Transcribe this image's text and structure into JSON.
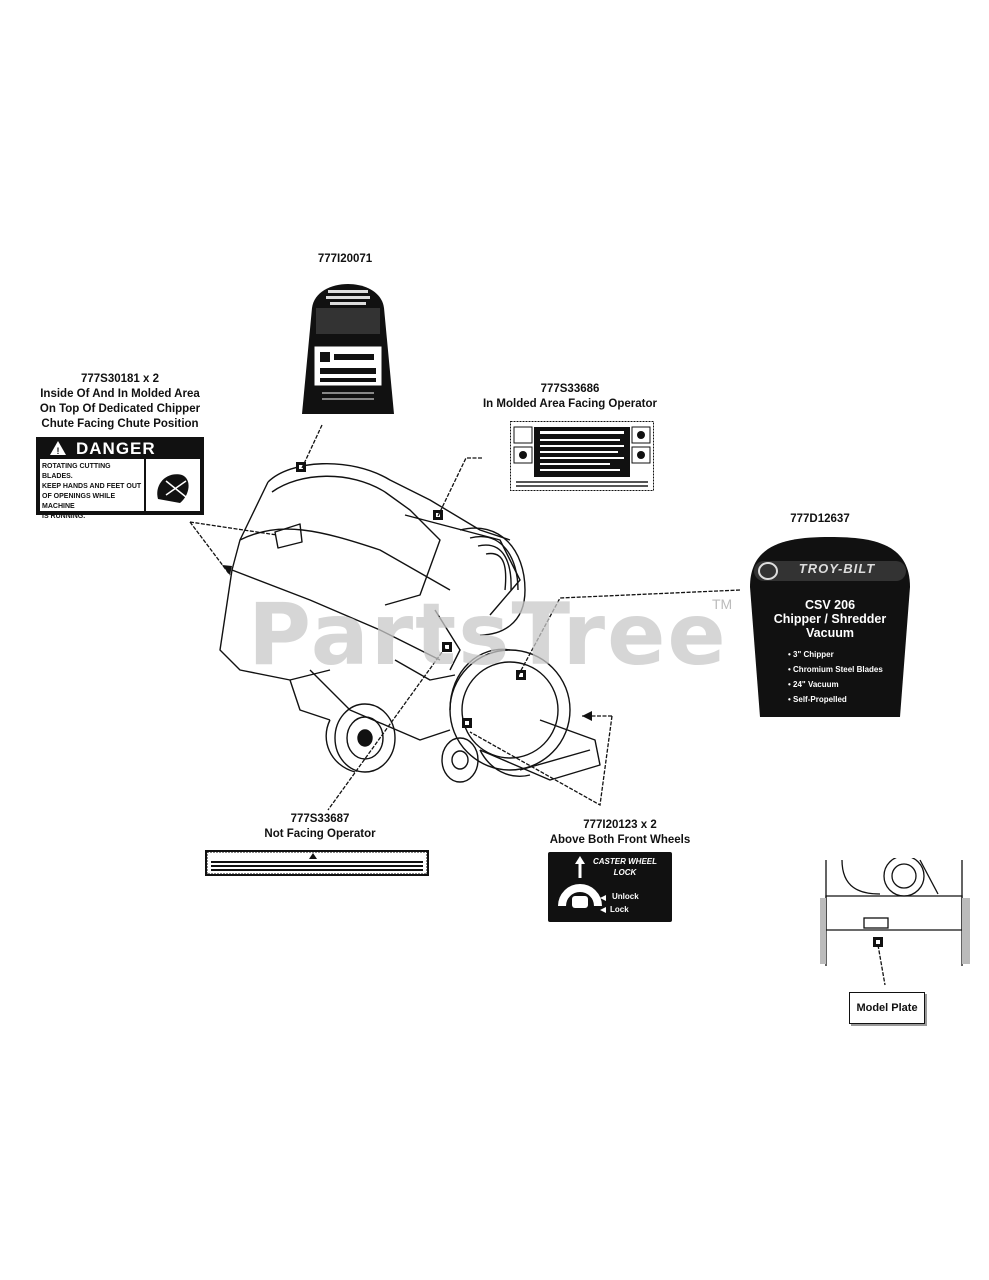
{
  "watermark": {
    "text": "PartsTree",
    "tm": "TM"
  },
  "labels": {
    "l20071": {
      "lines": [
        "777I20071"
      ]
    },
    "l30181": {
      "lines": [
        "777S30181 x 2",
        "Inside Of And In Molded Area",
        "On Top Of Dedicated Chipper",
        "Chute Facing Chute Position"
      ]
    },
    "l33686": {
      "lines": [
        "777S33686",
        "In Molded Area Facing Operator"
      ]
    },
    "l12637": {
      "lines": [
        "777D12637"
      ]
    },
    "l33687": {
      "lines": [
        "777S33687",
        "Not Facing Operator"
      ]
    },
    "l20123": {
      "lines": [
        "777I20123 x 2",
        "Above Both Front Wheels"
      ]
    }
  },
  "decals": {
    "danger": {
      "title": "DANGER",
      "lines": [
        "ROTATING CUTTING BLADES.",
        "KEEP HANDS AND FEET OUT",
        "OF OPENINGS WHILE MACHINE",
        "IS RUNNING."
      ]
    },
    "troybilt": {
      "brand": "TROY-BILT",
      "model": [
        "CSV 206",
        "Chipper / Shredder",
        "Vacuum"
      ],
      "features": [
        "3\" Chipper",
        "Chromium Steel Blades",
        "24\" Vacuum",
        "Self-Propelled"
      ]
    },
    "caster": {
      "title": [
        "CASTER WHEEL",
        "LOCK"
      ],
      "unlock": "Unlock",
      "lock": "Lock"
    }
  },
  "model_plate": {
    "label": "Model Plate"
  },
  "colors": {
    "ink": "#111111",
    "watermark": "#c9c9c9",
    "paper": "#ffffff"
  }
}
